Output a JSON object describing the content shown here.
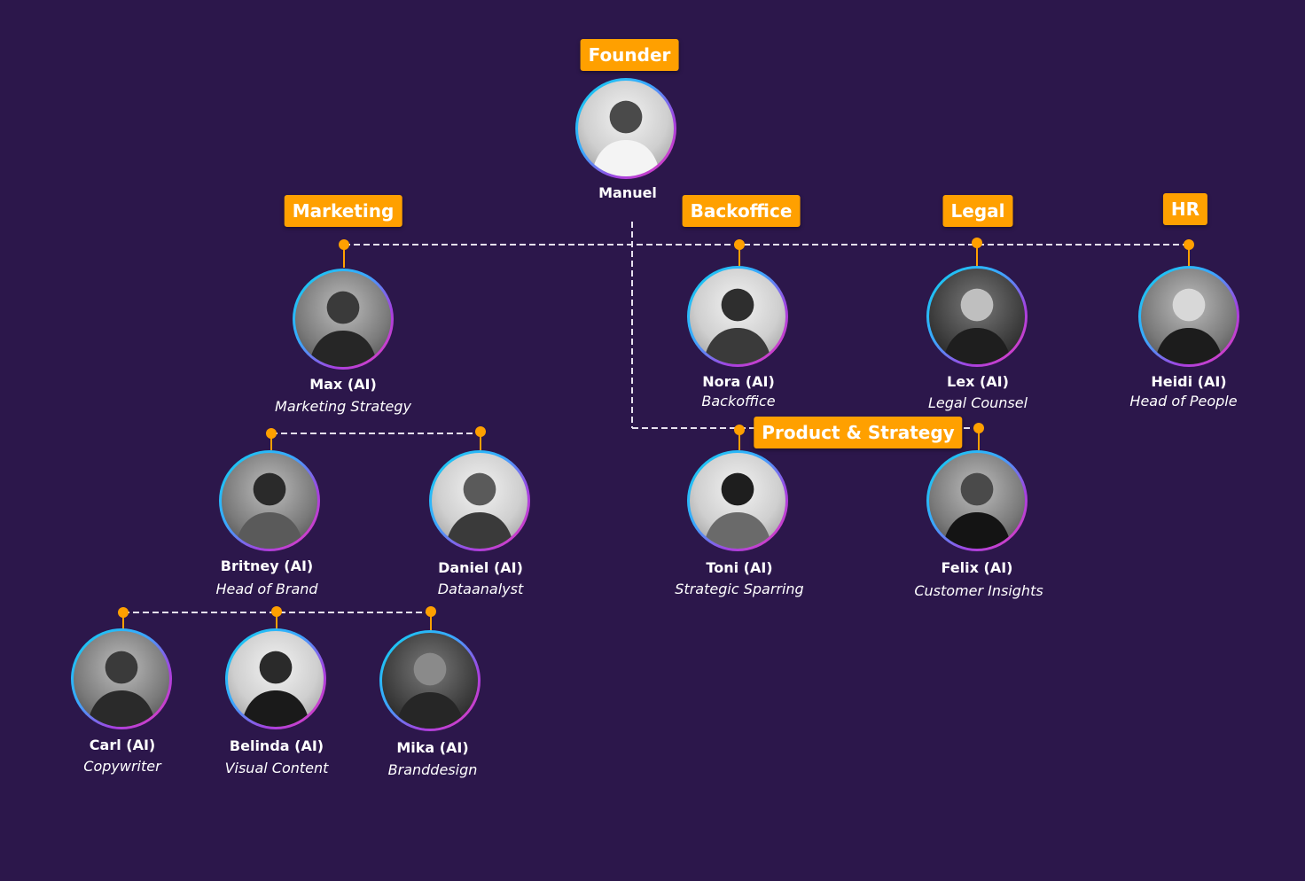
{
  "founder": {
    "tag": "Founder",
    "name": "Manuel"
  },
  "departments": {
    "marketing": "Marketing",
    "backoffice": "Backoffice",
    "legal": "Legal",
    "hr": "HR",
    "product": "Product & Strategy"
  },
  "members": {
    "max": {
      "name": "Max (AI)",
      "role": "Marketing Strategy"
    },
    "nora": {
      "name": "Nora (AI)",
      "role": "Backoffice"
    },
    "lex": {
      "name": "Lex (AI)",
      "role": "Legal Counsel"
    },
    "heidi": {
      "name": "Heidi (AI)",
      "role": "Head of People"
    },
    "britney": {
      "name": "Britney (AI)",
      "role": "Head of Brand"
    },
    "daniel": {
      "name": "Daniel (AI)",
      "role": "Dataanalyst"
    },
    "toni": {
      "name": "Toni (AI)",
      "role": "Strategic Sparring"
    },
    "felix": {
      "name": "Felix (AI)",
      "role": "Customer Insights"
    },
    "carl": {
      "name": "Carl (AI)",
      "role": "Copywriter"
    },
    "belinda": {
      "name": "Belinda (AI)",
      "role": "Visual Content"
    },
    "mika": {
      "name": "Mika (AI)",
      "role": "Branddesign"
    }
  },
  "colors": {
    "background": "#2c174b",
    "tag": "#ffa000",
    "connector_dot": "#ffa000",
    "connector_line": "#e6e0ee",
    "ring_start": "#10d0ec",
    "ring_end": "#ee3fb8",
    "text": "#ffffff"
  },
  "icons": {
    "avatar": "person-portrait-icon",
    "connector_node": "dot-icon"
  }
}
